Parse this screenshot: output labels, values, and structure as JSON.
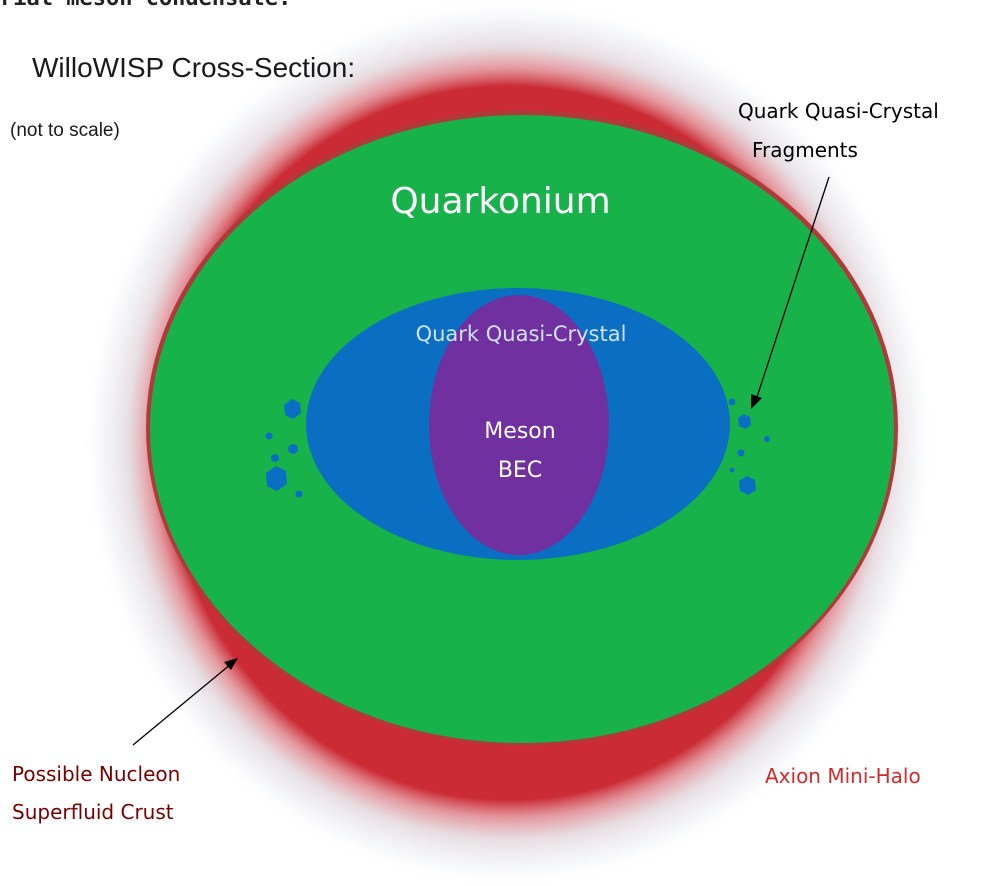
{
  "diagram": {
    "top_fragment": "rial meson condensate.",
    "title": "WilloWISP Cross-Section:",
    "subtitle": "(not to scale)",
    "layers": {
      "quarkonium": "Quarkonium",
      "quasi_crystal": "Quark Quasi-Crystal",
      "core_line1": "Meson",
      "core_line2": "BEC"
    },
    "callouts": {
      "fragments_line1": "Quark Quasi-Crystal",
      "fragments_line2": "Fragments",
      "crust_line1": "Possible Nucleon",
      "crust_line2": "Superfluid Crust",
      "halo": "Axion Mini-Halo"
    },
    "colors": {
      "quarkonium": "#18b24a",
      "quasi_crystal": "#0a6fc2",
      "meson_bec": "#7030a0",
      "crust": "#b03a3a",
      "halo_red": "#c8202a",
      "halo_grey": "#c6ccd8",
      "crust_label": "#7a0000",
      "halo_label": "#d42a2a"
    }
  }
}
